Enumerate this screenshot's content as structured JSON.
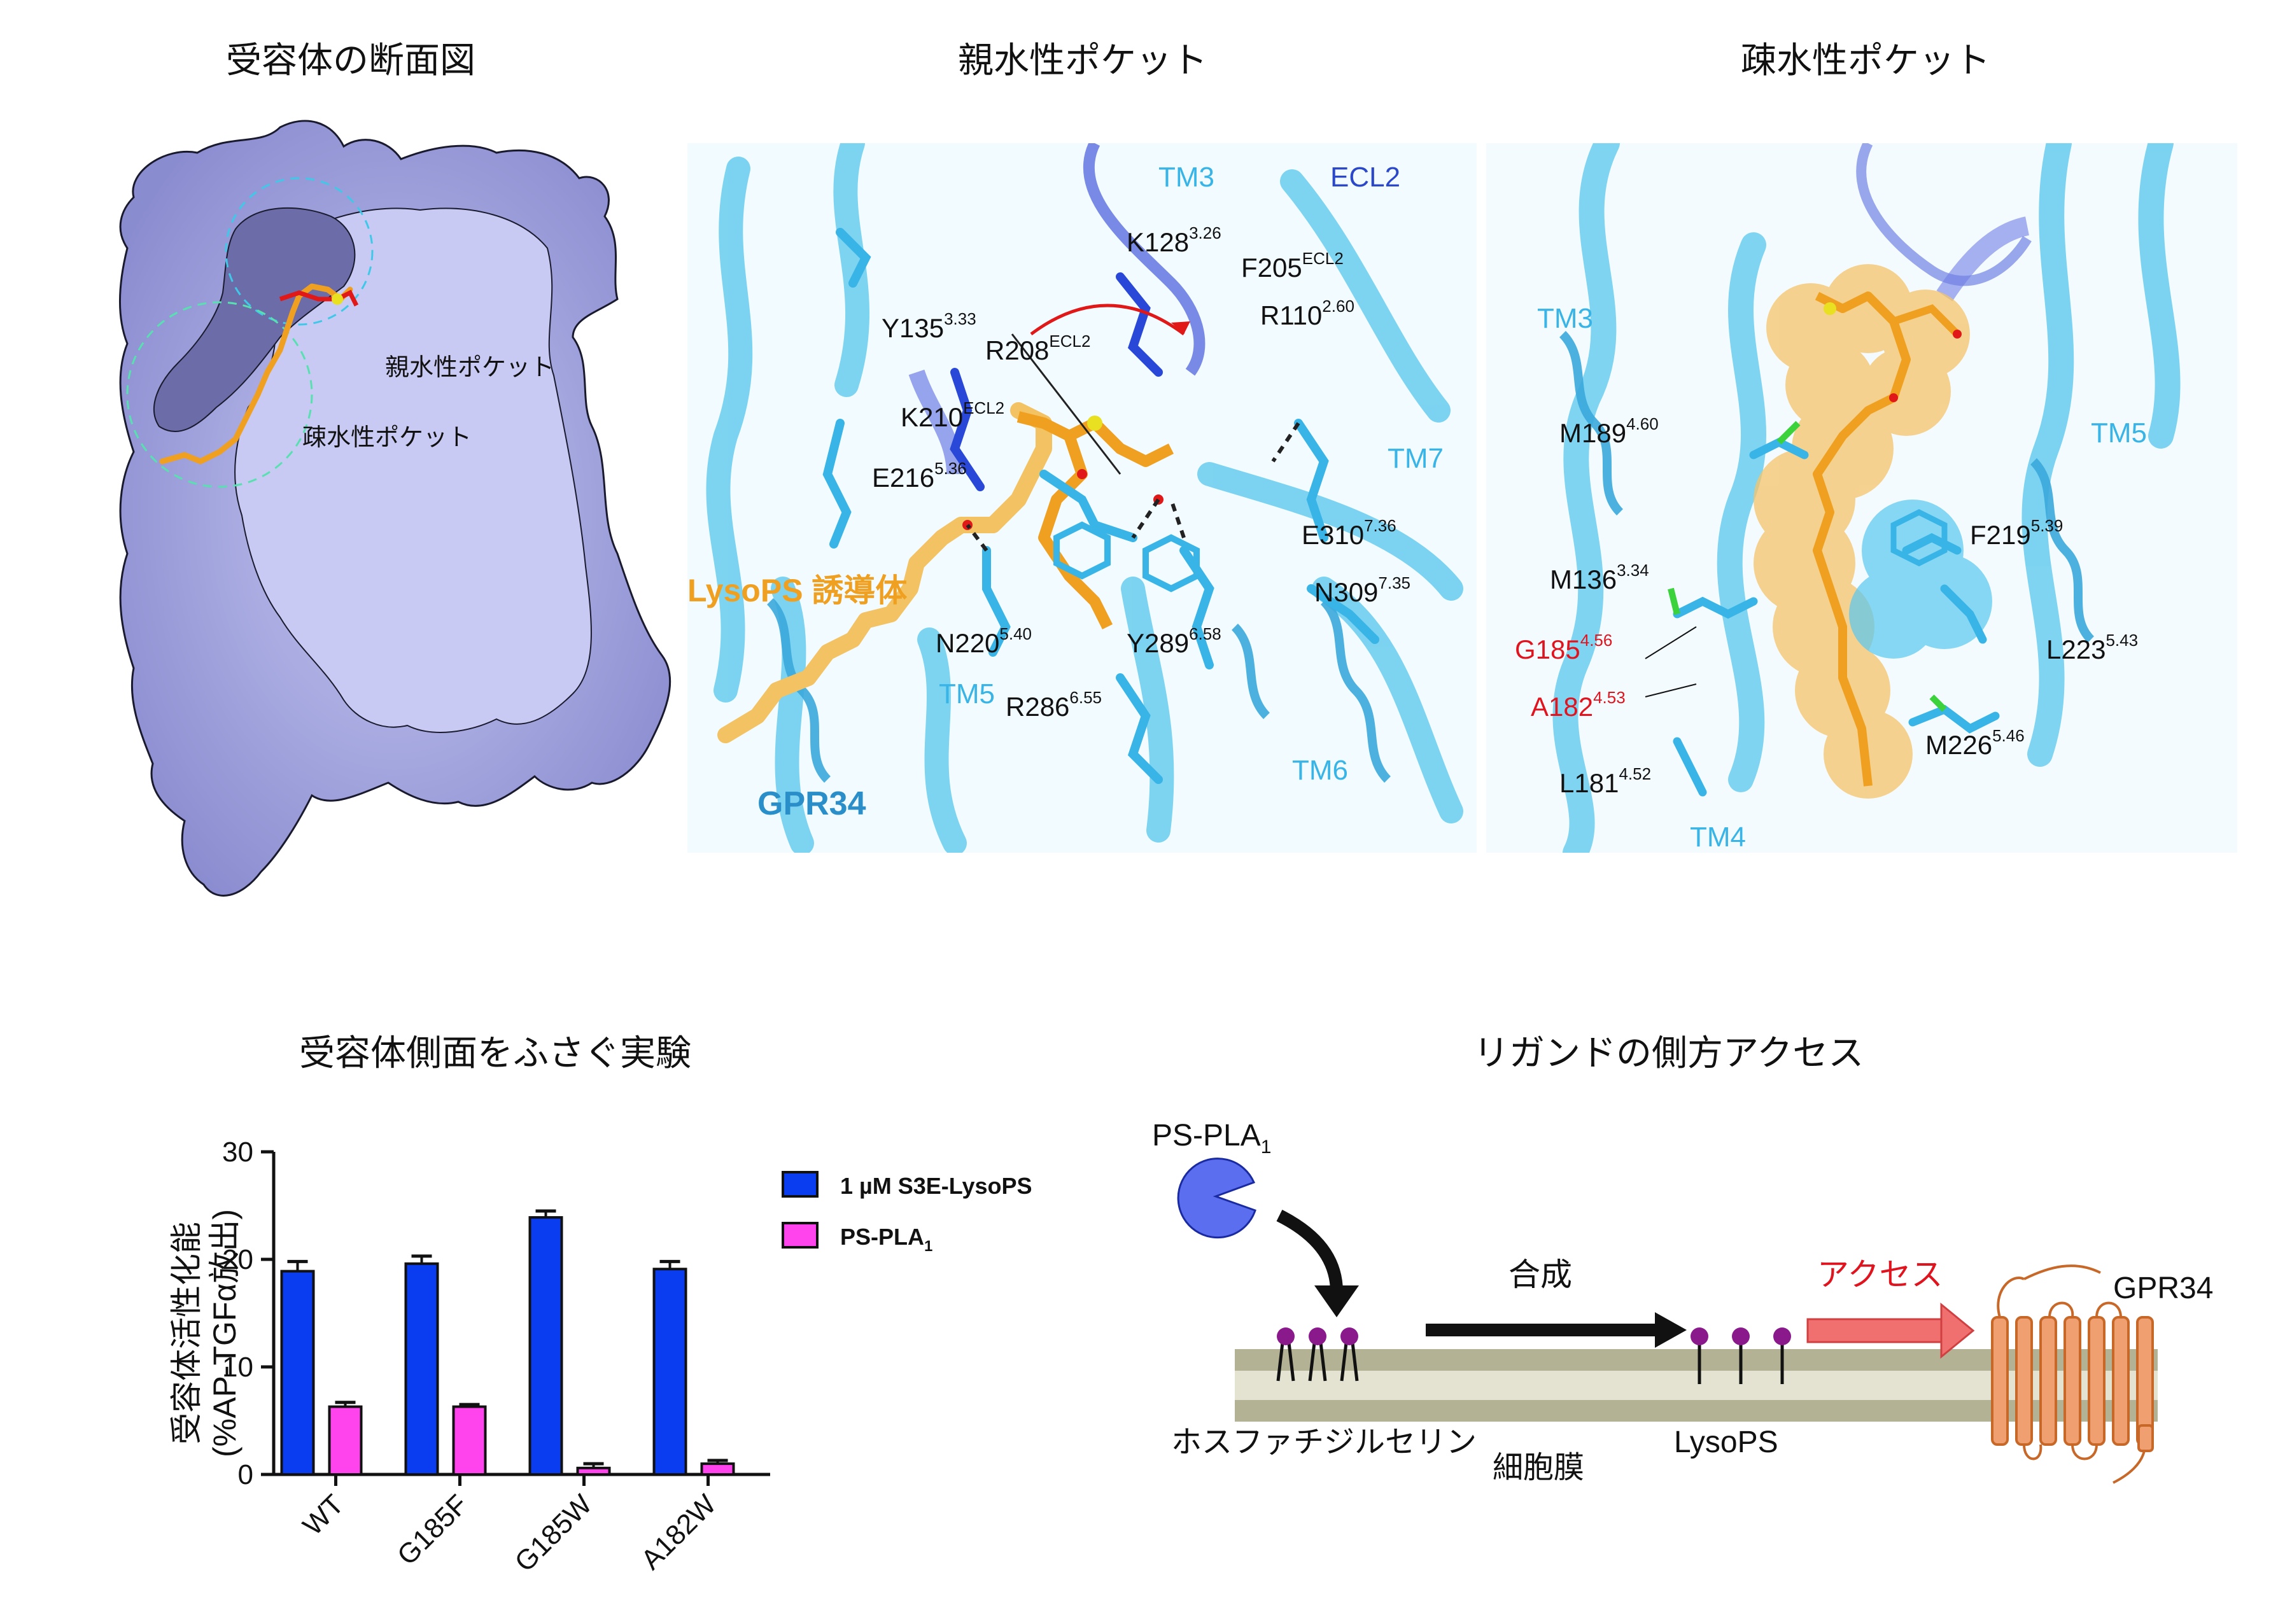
{
  "titles": {
    "panel1": "受容体の断面図",
    "panel2": "親水性ポケット",
    "panel3": "疎水性ポケット",
    "panel4": "受容体側面をふさぐ実験",
    "panel5": "リガンドの側方アクセス"
  },
  "panel1": {
    "hydrophilic": "親水性ポケット",
    "hydrophobic": "疎水性ポケット"
  },
  "panel2": {
    "tm3": "TM3",
    "ecl2": "ECL2",
    "tm7": "TM7",
    "tm5": "TM5",
    "tm6": "TM6",
    "gpr34": "GPR34",
    "ligand": "LysoPS 誘導体",
    "residues": [
      {
        "name": "K128",
        "sup": "3.26"
      },
      {
        "name": "F205",
        "sup": "ECL2"
      },
      {
        "name": "R110",
        "sup": "2.60"
      },
      {
        "name": "Y135",
        "sup": "3.33"
      },
      {
        "name": "R208",
        "sup": "ECL2"
      },
      {
        "name": "K210",
        "sup": "ECL2"
      },
      {
        "name": "E216",
        "sup": "5.36"
      },
      {
        "name": "E310",
        "sup": "7.36"
      },
      {
        "name": "N309",
        "sup": "7.35"
      },
      {
        "name": "N220",
        "sup": "5.40"
      },
      {
        "name": "Y289",
        "sup": "6.58"
      },
      {
        "name": "R286",
        "sup": "6.55"
      }
    ]
  },
  "panel3": {
    "tm3": "TM3",
    "tm5": "TM5",
    "tm4": "TM4",
    "residues": [
      {
        "name": "M189",
        "sup": "4.60"
      },
      {
        "name": "M136",
        "sup": "3.34"
      },
      {
        "name": "G185",
        "sup": "4.56"
      },
      {
        "name": "A182",
        "sup": "4.53"
      },
      {
        "name": "L181",
        "sup": "4.52"
      },
      {
        "name": "F219",
        "sup": "5.39"
      },
      {
        "name": "L223",
        "sup": "5.43"
      },
      {
        "name": "M226",
        "sup": "5.46"
      }
    ]
  },
  "colors": {
    "bar_blue": "#0a3cf0",
    "bar_magenta": "#ff44ee",
    "helix": "#4fc4ec",
    "ligand": "#f0a020",
    "red_label": "#e0141e",
    "membrane_dark": "#b4b294",
    "membrane_light": "#e4e2d0",
    "receptor": "#f0a070",
    "purple_head": "#8a1a8c",
    "pac": "#5b6ef0",
    "surface": "#c8caf2"
  },
  "chart_data": {
    "type": "bar",
    "categories": [
      "WT",
      "G185F",
      "G185W",
      "A182W"
    ],
    "series": [
      {
        "name": "1 µM S3E-LysoPS",
        "values": [
          18.9,
          19.6,
          23.9,
          19.1
        ],
        "errors": [
          0.9,
          0.7,
          0.6,
          0.7
        ]
      },
      {
        "name": "PS-PLA1",
        "values": [
          6.3,
          6.3,
          0.6,
          1.0
        ],
        "errors": [
          0.4,
          0.2,
          0.4,
          0.3
        ]
      }
    ],
    "ylabel_line1": "受容体活性化能",
    "ylabel_line2": "(%AP-TGFα放出)",
    "ylim": [
      0,
      30
    ],
    "yticks": [
      0,
      10,
      20,
      30
    ],
    "legend_1": "1 µM S3E-LysoPS",
    "legend_2_main": "PS-PLA",
    "legend_2_sub": "1"
  },
  "panel5": {
    "enzyme_main": "PS-PLA",
    "enzyme_sub": "1",
    "synthesis": "合成",
    "access": "アクセス",
    "gpr34": "GPR34",
    "phosphatidylserine": "ホスファチジルセリン",
    "lysops": "LysoPS",
    "membrane": "細胞膜"
  }
}
